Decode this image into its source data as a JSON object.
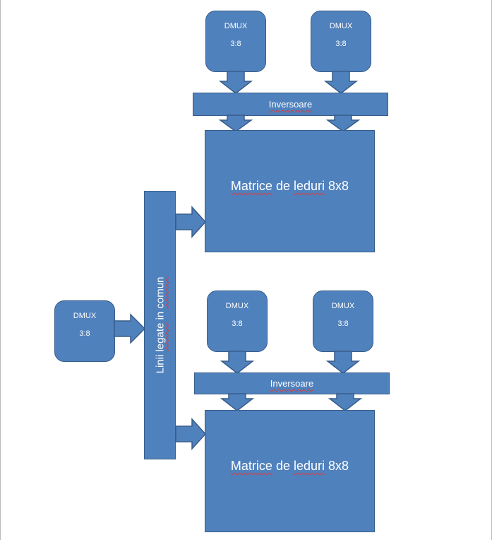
{
  "colors": {
    "fill": "#4f81bd",
    "stroke": "#385d8a",
    "text": "#ffffff",
    "spellcheck": "#e03a3a"
  },
  "top": {
    "dmux_left": {
      "name": "DMUX",
      "ratio": "3:8"
    },
    "dmux_right": {
      "name": "DMUX",
      "ratio": "3:8"
    },
    "inverters": "Inversoare",
    "matrix_word1": "Matrice",
    "matrix_word2": "de",
    "matrix_word3": "leduri",
    "matrix_word4": "8x8"
  },
  "bottom": {
    "dmux_left": {
      "name": "DMUX",
      "ratio": "3:8"
    },
    "dmux_right": {
      "name": "DMUX",
      "ratio": "3:8"
    },
    "inverters": "Inversoare",
    "matrix_word1": "Matrice",
    "matrix_word2": "de",
    "matrix_word3": "leduri",
    "matrix_word4": "8x8"
  },
  "left_dmux": {
    "name": "DMUX",
    "ratio": "3:8"
  },
  "bus": {
    "word1": "Linii",
    "word2": "legate",
    "word3": "in",
    "word4": "comun"
  }
}
